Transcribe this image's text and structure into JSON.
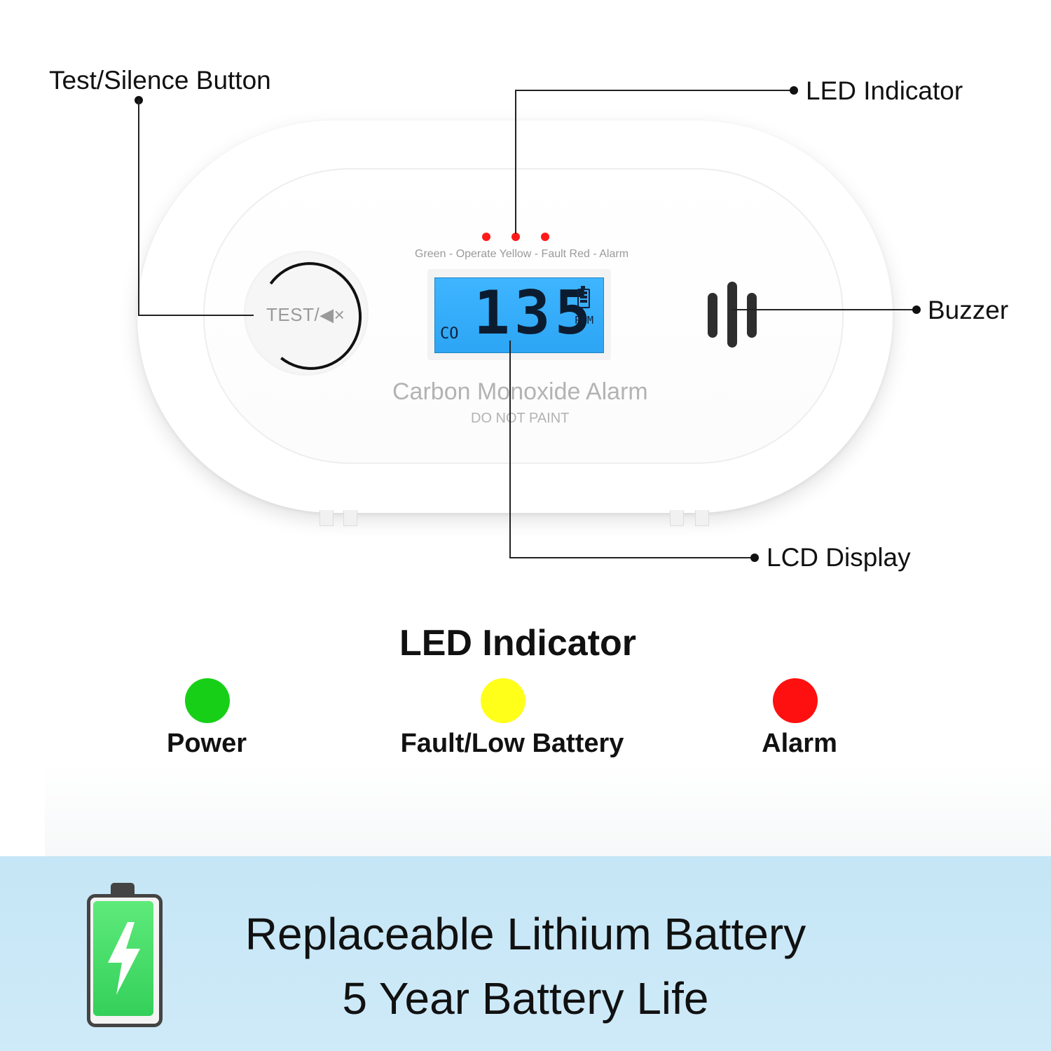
{
  "callouts": {
    "test_button": "Test/Silence Button",
    "led": "LED Indicator",
    "buzzer": "Buzzer",
    "lcd": "LCD Display"
  },
  "device": {
    "button_text": "TEST/◀×",
    "led_legend": "Green - Operate  Yellow - Fault  Red - Alarm",
    "led_color": "#ff1a1a",
    "lcd": {
      "gas": "CO",
      "value": "135",
      "unit": "PPM"
    },
    "name": "Carbon Monoxide Alarm",
    "warning": "DO NOT PAINT"
  },
  "led_section": {
    "title": "LED Indicator",
    "items": [
      {
        "label": "Power",
        "color": "#18cf18"
      },
      {
        "label": "Fault/Low Battery",
        "color": "#ffff1a"
      },
      {
        "label": "Alarm",
        "color": "#ff1010"
      }
    ]
  },
  "banner": {
    "line1": "Replaceable Lithium Battery",
    "line2": "5 Year Battery Life",
    "icon": "battery-charging-icon"
  }
}
